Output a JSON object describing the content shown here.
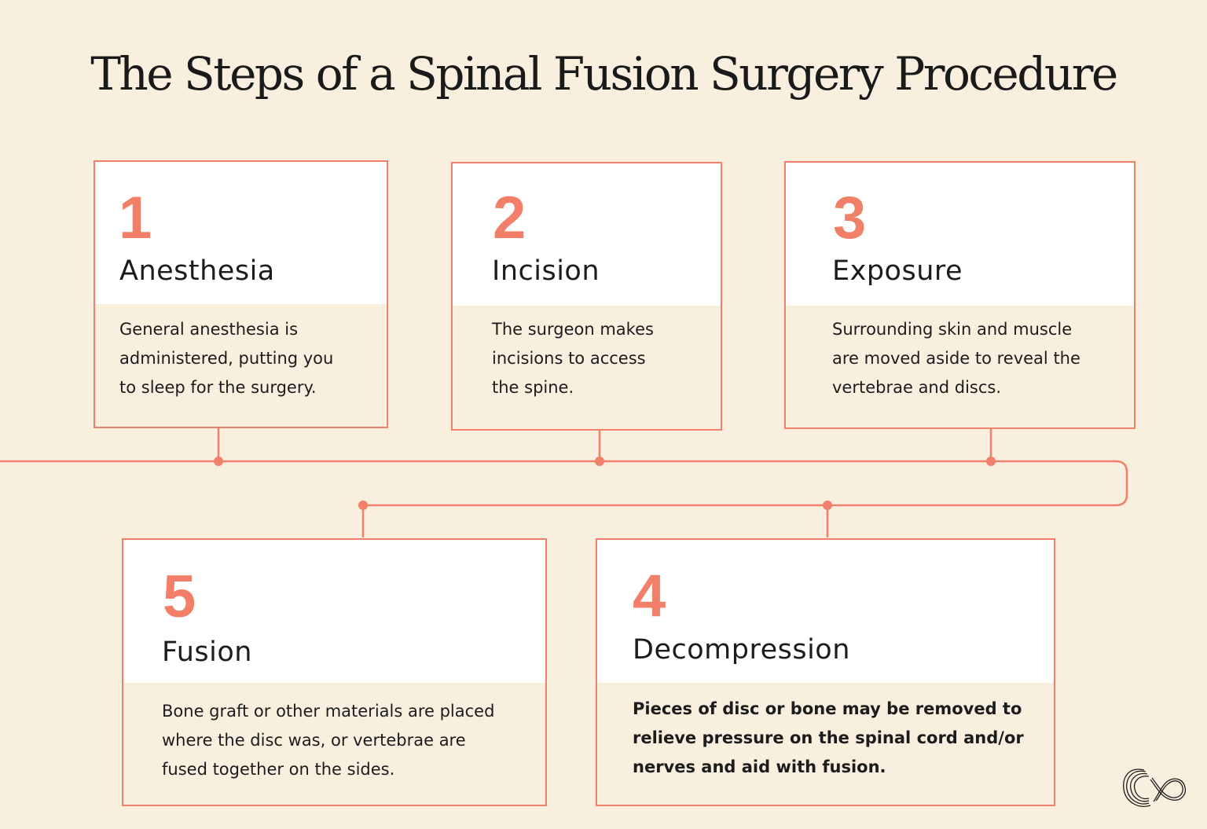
{
  "title": "The Steps of a Spinal Fusion Surgery Procedure",
  "colors": {
    "background": "#f9efdf",
    "accent": "#f0806a",
    "card_head": "#ffffff",
    "text": "#1c1c1c"
  },
  "steps": [
    {
      "number": "1",
      "name": "Anesthesia",
      "lines": [
        "General anesthesia is",
        "administered, putting you",
        "to sleep for the surgery."
      ]
    },
    {
      "number": "2",
      "name": "Incision",
      "lines": [
        "The surgeon makes",
        "incisions to access",
        "the spine."
      ]
    },
    {
      "number": "3",
      "name": "Exposure",
      "lines": [
        "Surrounding skin and muscle",
        "are moved aside to reveal the",
        "vertebrae and discs."
      ]
    },
    {
      "number": "4",
      "name": "Decompression",
      "lines": [
        "Pieces of disc or bone may be removed to",
        "relieve pressure on the spinal cord and/or",
        "nerves and aid with fusion."
      ]
    },
    {
      "number": "5",
      "name": "Fusion",
      "lines": [
        "Bone graft or other materials are placed",
        "where the disc was, or vertebrae are",
        "fused together on the sides."
      ]
    }
  ],
  "logo_icon": "infinity-c-logo-icon"
}
